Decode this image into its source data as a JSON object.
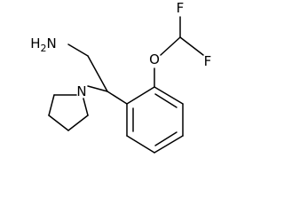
{
  "molecule": {
    "atoms": {
      "amine": "H2N",
      "pyrrolidine_nitrogen": "N",
      "ether_oxygen": "O",
      "fluorine_upper": "F",
      "fluorine_right": "F"
    }
  }
}
